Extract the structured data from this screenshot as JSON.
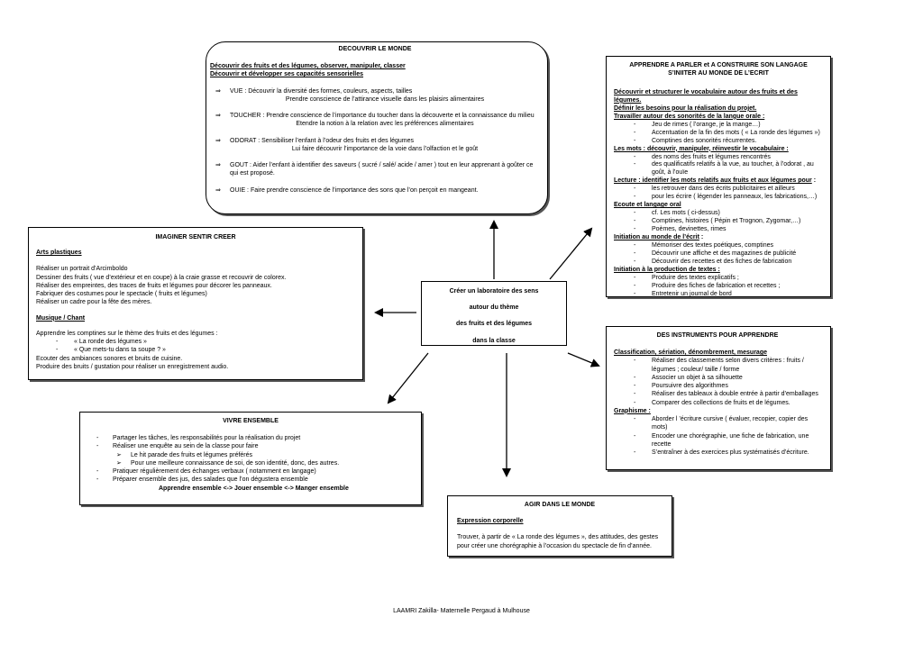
{
  "center": {
    "lines": [
      "Créer un laboratoire des sens",
      "autour du thème",
      "des fruits et des légumes",
      "dans la classe"
    ]
  },
  "decouvrir": {
    "title": "DECOUVRIR LE MONDE",
    "h1": "Découvrir des fruits et des légumes, observer, manipuler, classer",
    "h2": "Découvrir et développer ses capacités sensorielles",
    "arrow": "⇒",
    "senses": [
      {
        "a": "VUE : Découvrir la diversité des formes, couleurs, aspects, tailles",
        "b": "Prendre conscience de l’attirance visuelle dans les plaisirs alimentaires"
      },
      {
        "a": "TOUCHER : Prendre conscience de l’importance du toucher dans la découverte et la connaissance du milieu",
        "b": "Etendre la notion à la relation avec les préférences alimentaires"
      },
      {
        "a": "ODORAT : Sensibiliser l’enfant à l’odeur des fruits et des légumes",
        "b": "Lui faire découvrir l’importance de la voie dans l’olfaction et le goût"
      },
      {
        "a": "GOUT : Aider l’enfant à identifier des saveurs ( sucré / salé/ acide / amer ) tout en leur apprenant à goûter ce qui est proposé.",
        "b": ""
      },
      {
        "a": "OUIE : Faire prendre conscience de l’importance des sons que l’on perçoit en mangeant.",
        "b": ""
      }
    ]
  },
  "langage": {
    "title1": "APPRENDRE A PARLER et A CONSTRUIRE SON LANGAGE",
    "title2": "S’INIITER AU MONDE DE L’ECRIT",
    "h_vocab": "Découvrir et structurer le vocabulaire autour des fruits et des légumes.",
    "h_besoins": "Définir les besoins pour la réalisation du projet.",
    "h_sonorites": "Travailler autour des sonorités de la langue orale :",
    "sonorites": [
      "Jeu de rimes ( l’orange, je la mange…)",
      "Accentuation de la fin des mots ( « La ronde des légumes »)",
      "Comptines des sonorités récurrentes."
    ],
    "h_mots": "Les mots : découvrir, manipuler, réinvestir le vocabulaire :",
    "mots": [
      "des noms des fruits et légumes rencontrés",
      "des qualificatifs relatifs à la vue, au toucher, à l’odorat , au goût, à l’ouïe"
    ],
    "h_lecture": "Lecture : identifier les mots relatifs aux fruits et aux légumes pour",
    "h_lecture_tail": " :",
    "lecture": [
      "les retrouver dans des écrits publicitaires et ailleurs",
      "pour les écrire ( légender les panneaux, les fabrications,…)"
    ],
    "h_ecoute": "Ecoute et langage oral",
    "ecoute": [
      "cf. Les mots ( ci-dessus)",
      "Comptines, histoires ( Pépin et Trognon, Zygomar,…)",
      "Poèmes, devinettes, rimes"
    ],
    "h_initiation": "Initiation au monde de l’écrit",
    "h_initiation_tail": " :",
    "initiation": [
      "Mémoriser des textes poétiques, comptines",
      "Découvrir une affiche et des magazines de publicité",
      "Découvrir des recettes et des fiches de fabrication"
    ],
    "h_production": "Initiation à la production de textes :",
    "production": [
      "Produire des textes explicatifs ;",
      "Produire des fiches de fabrication et recettes ;",
      "Entretenir un journal de bord"
    ]
  },
  "imaginer": {
    "title": "IMAGINER  SENTIR  CREER",
    "h_arts": "Arts plastiques",
    "arts": [
      "Réaliser un portrait d’Arcimboldo",
      "Dessiner des fruits  ( vue d’extérieur et en coupe) à la craie grasse et recouvrir de colorex.",
      "Réaliser des empreintes, des traces de fruits et légumes pour décorer les panneaux.",
      "Fabriquer des costumes pour le spectacle ( fruits et légumes)",
      "Réaliser un cadre pour la fête des mères."
    ],
    "h_musique": "Musique / Chant",
    "musique_intro": "Apprendre les comptines sur le thème des fruits et des légumes :",
    "comptines": [
      "« La ronde des légumes »",
      "« Que mets-tu dans ta soupe ? »"
    ],
    "musique_end": [
      "Ecouter des ambiances sonores et bruits de cuisine.",
      "Produire des bruits / gustation pour réaliser un enregistrement audio."
    ]
  },
  "instruments": {
    "title": "DES INSTRUMENTS POUR APPRENDRE",
    "h_class": "Classification, sériation, dénombrement, mesurage",
    "classif": [
      "Réaliser des classements selon divers critères : fruits / légumes ; couleur/ taille / forme",
      "Associer un objet à sa silhouette",
      "Poursuivre des algorithmes",
      "Réaliser des tableaux à double entrée à partir d’emballages",
      "Comparer des collections de fruits et de légumes."
    ],
    "h_graph": "Graphisme :",
    "graph": [
      "Aborder l ’écriture cursive ( évaluer, recopier, copier des mots)",
      "Encoder une chorégraphie, une fiche de fabrication, une recette",
      "S’entraîner à des exercices plus systématisés d’écriture."
    ]
  },
  "vivre": {
    "title": "VIVRE ENSEMBLE",
    "items": [
      "Partager les tâches, les responsabilités pour la réalisation du projet",
      "Réaliser une enquête au sein de la classe pour faire"
    ],
    "sub": [
      "Le hit parade des fruits et légumes préférés",
      "Pour une meilleure connaissance de soi, de son identité, donc, des autres."
    ],
    "items2": [
      "Pratiquer régulièrement des échanges verbaux ( notamment en langage)",
      "Préparer ensemble des jus, des salades que l’on dégustera ensemble"
    ],
    "motto": "Apprendre ensemble <-> Jouer ensemble <-> Manger ensemble"
  },
  "agir": {
    "title": "AGIR DANS LE MONDE",
    "h_expr": "Expression corporelle",
    "text": "Trouver, à partir de « La ronde des légumes », des attitudes, des gestes pour créer une chorégraphie à l’occasion du spectacle de fin d’année."
  },
  "footer": "LAAMRI Zakilla- Maternelle Pergaud à Mulhouse"
}
